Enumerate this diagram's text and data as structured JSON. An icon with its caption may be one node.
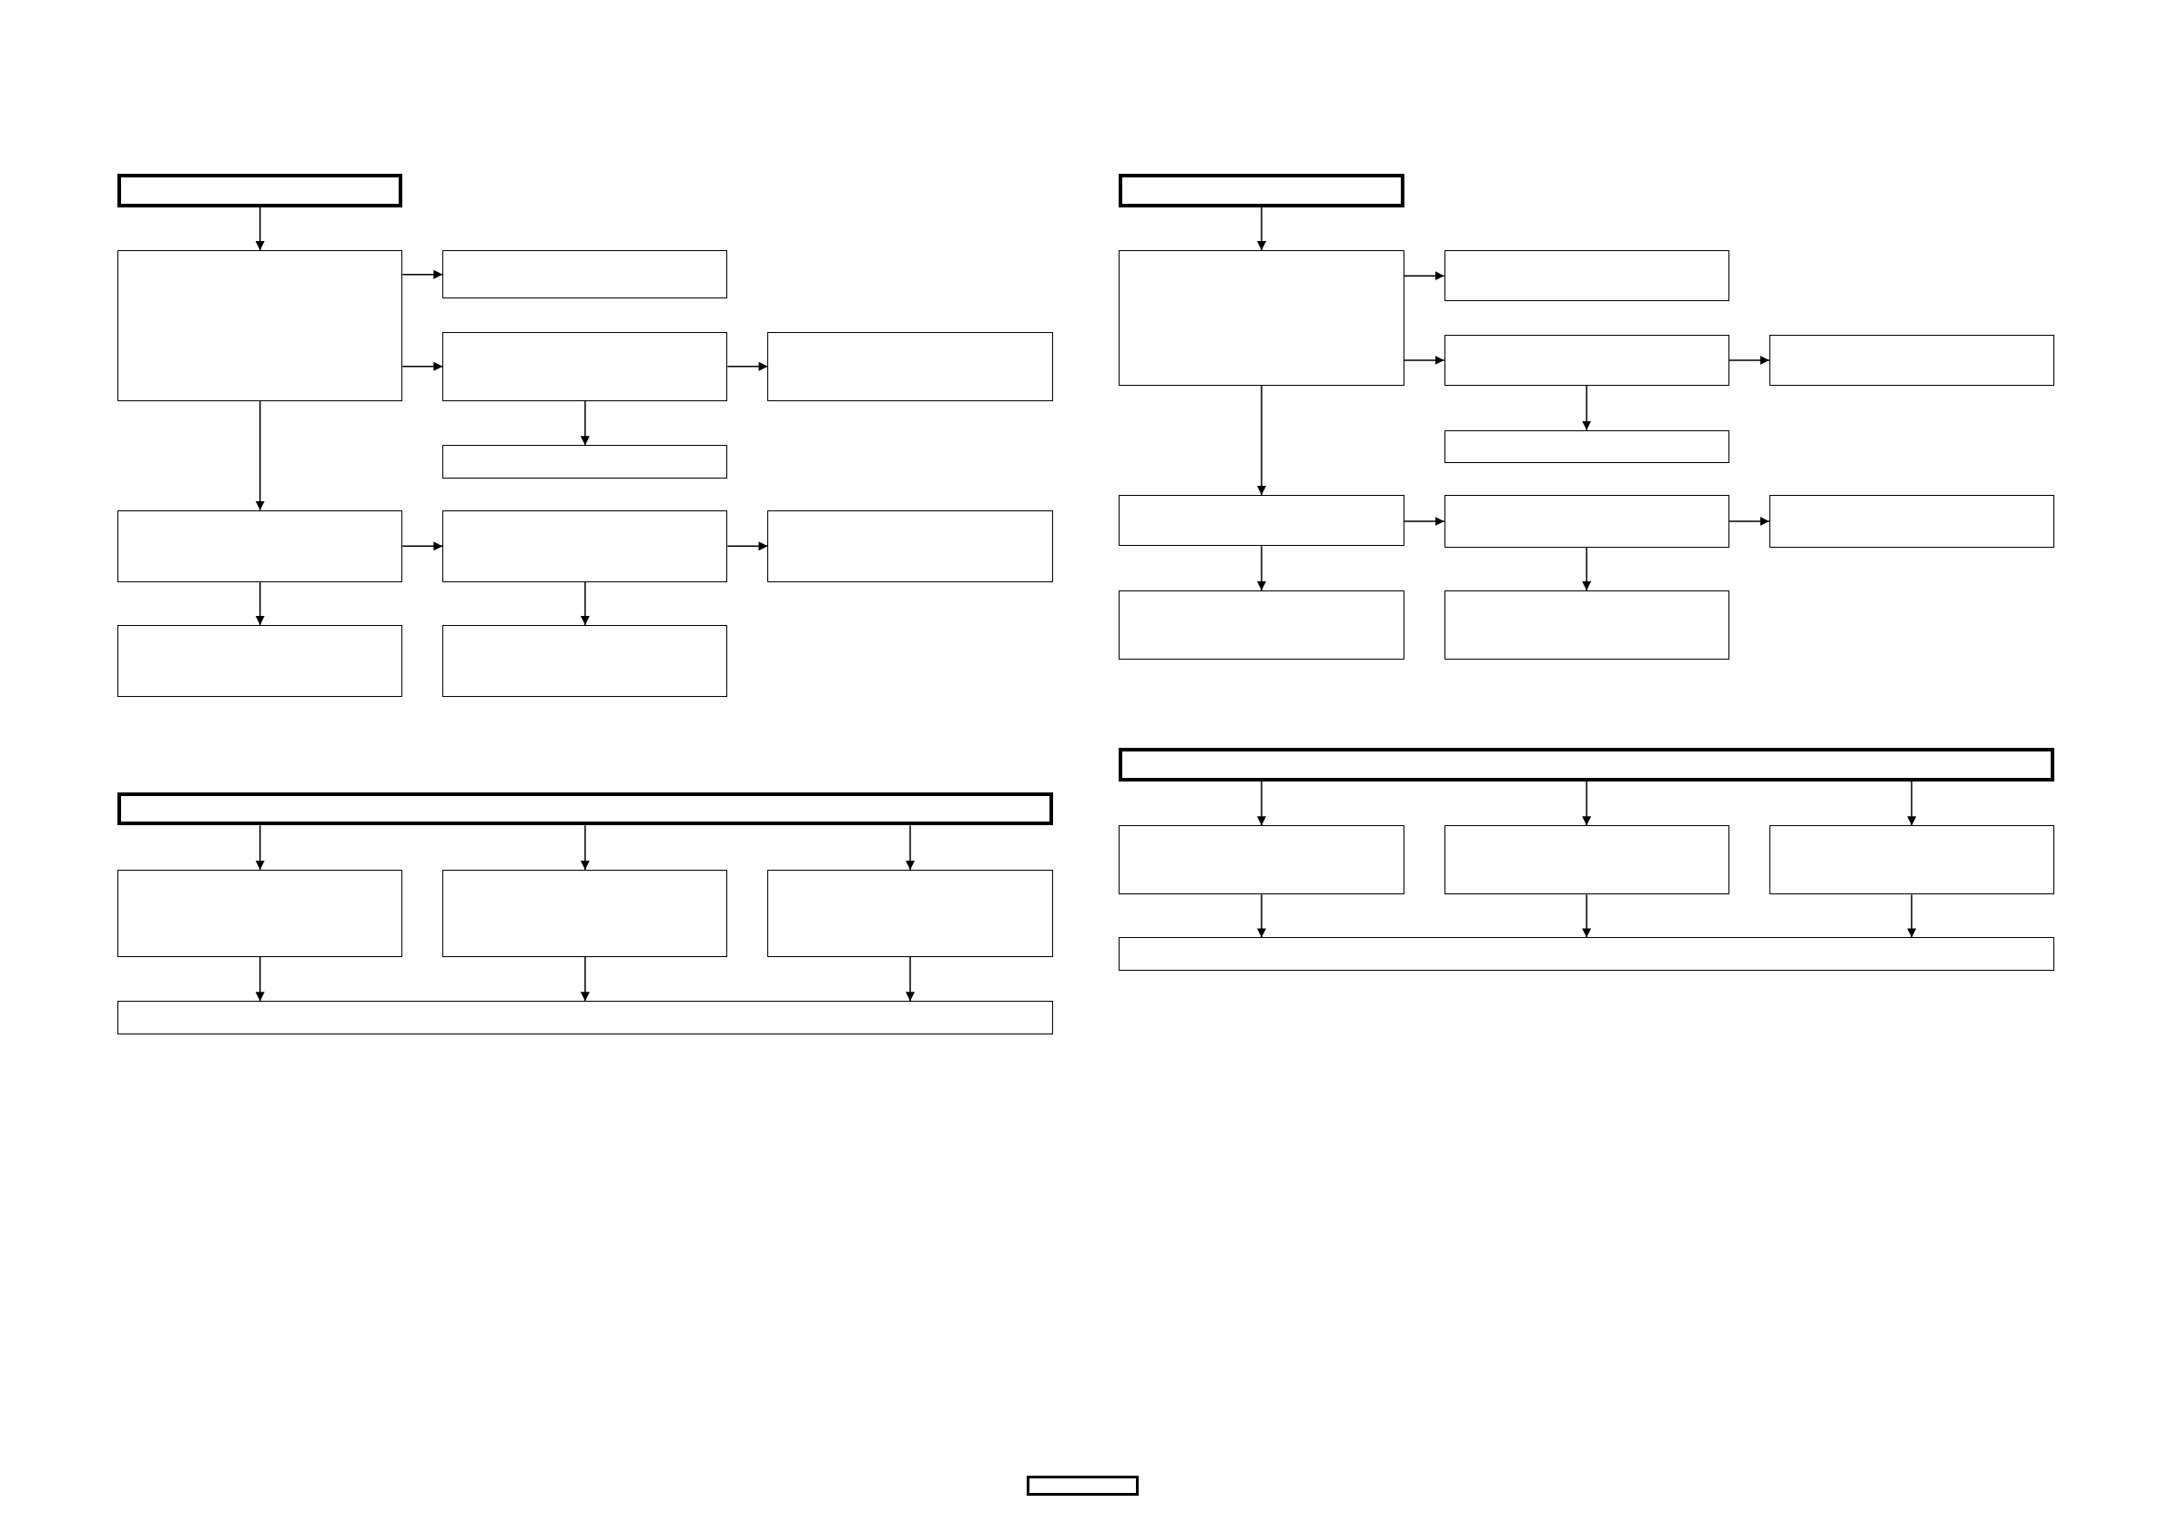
{
  "diagram": {
    "nodes": [
      {
        "text": [],
        "shape": "box"
      },
      {
        "text": [],
        "shape": "box"
      },
      {
        "text": [],
        "shape": "box"
      },
      {
        "text": [],
        "shape": "box"
      },
      {
        "text": [],
        "shape": "box"
      },
      {
        "text": [],
        "shape": "box"
      },
      {
        "text": [],
        "shape": "box"
      },
      {
        "text": [],
        "shape": "box"
      },
      {
        "text": [],
        "shape": "box"
      },
      {
        "text": [],
        "shape": "box"
      },
      {
        "text": [],
        "shape": "box"
      },
      {
        "text": [],
        "shape": "box"
      },
      {
        "text": [],
        "shape": "box"
      },
      {
        "text": [],
        "shape": "box"
      },
      {
        "text": [],
        "shape": "box"
      },
      {
        "text": [],
        "shape": "box"
      },
      {
        "text": [],
        "shape": "box"
      },
      {
        "text": [],
        "shape": "box"
      },
      {
        "text": [],
        "shape": "box"
      },
      {
        "text": [],
        "shape": "box"
      },
      {
        "text": [],
        "shape": "box"
      },
      {
        "text": [],
        "shape": "box"
      },
      {
        "text": [],
        "shape": "box"
      },
      {
        "text": [],
        "shape": "box"
      },
      {
        "text": [],
        "shape": "box"
      },
      {
        "text": [],
        "shape": "box"
      },
      {
        "text": [],
        "shape": "box"
      },
      {
        "text": [],
        "shape": "box"
      },
      {
        "text": [],
        "shape": "box"
      },
      {
        "text": [],
        "shape": "box"
      },
      {
        "text": [],
        "shape": "box"
      },
      {
        "text": [],
        "shape": "box"
      },
      {
        "text": [],
        "shape": "box"
      }
    ],
    "edges": [
      {
        "from": 0,
        "to": 1,
        "arrow": "to"
      },
      {
        "from": 1,
        "to": 2,
        "arrow": "to"
      },
      {
        "from": 1,
        "to": 3,
        "arrow": "to"
      },
      {
        "from": 3,
        "to": 4,
        "arrow": "to"
      },
      {
        "from": 3,
        "to": 5,
        "arrow": "to"
      },
      {
        "from": 1,
        "to": 6,
        "arrow": "to"
      },
      {
        "from": 6,
        "to": 7,
        "arrow": "to"
      },
      {
        "from": 7,
        "to": 8,
        "arrow": "to"
      },
      {
        "from": 6,
        "to": 9,
        "arrow": "to"
      },
      {
        "from": 7,
        "to": 10,
        "arrow": "to"
      },
      {
        "from": 11,
        "to": 12,
        "arrow": "to"
      },
      {
        "from": 12,
        "to": 13,
        "arrow": "to"
      },
      {
        "from": 12,
        "to": 14,
        "arrow": "to"
      },
      {
        "from": 14,
        "to": 15,
        "arrow": "to"
      },
      {
        "from": 14,
        "to": 16,
        "arrow": "to"
      },
      {
        "from": 12,
        "to": 17,
        "arrow": "to"
      },
      {
        "from": 17,
        "to": 18,
        "arrow": "to"
      },
      {
        "from": 18,
        "to": 19,
        "arrow": "to"
      },
      {
        "from": 17,
        "to": 20,
        "arrow": "to"
      },
      {
        "from": 18,
        "to": 21,
        "arrow": "to"
      },
      {
        "from": 22,
        "to": 23,
        "arrow": "to"
      },
      {
        "from": 22,
        "to": 24,
        "arrow": "to"
      },
      {
        "from": 22,
        "to": 25,
        "arrow": "to"
      },
      {
        "from": 23,
        "to": 26,
        "arrow": "to"
      },
      {
        "from": 24,
        "to": 26,
        "arrow": "to"
      },
      {
        "from": 25,
        "to": 26,
        "arrow": "to"
      },
      {
        "from": 27,
        "to": 28,
        "arrow": "to"
      },
      {
        "from": 27,
        "to": 29,
        "arrow": "to"
      },
      {
        "from": 27,
        "to": 30,
        "arrow": "to"
      },
      {
        "from": 28,
        "to": 31,
        "arrow": "to"
      },
      {
        "from": 29,
        "to": 31,
        "arrow": "to"
      },
      {
        "from": 30,
        "to": 31,
        "arrow": "to"
      }
    ]
  }
}
